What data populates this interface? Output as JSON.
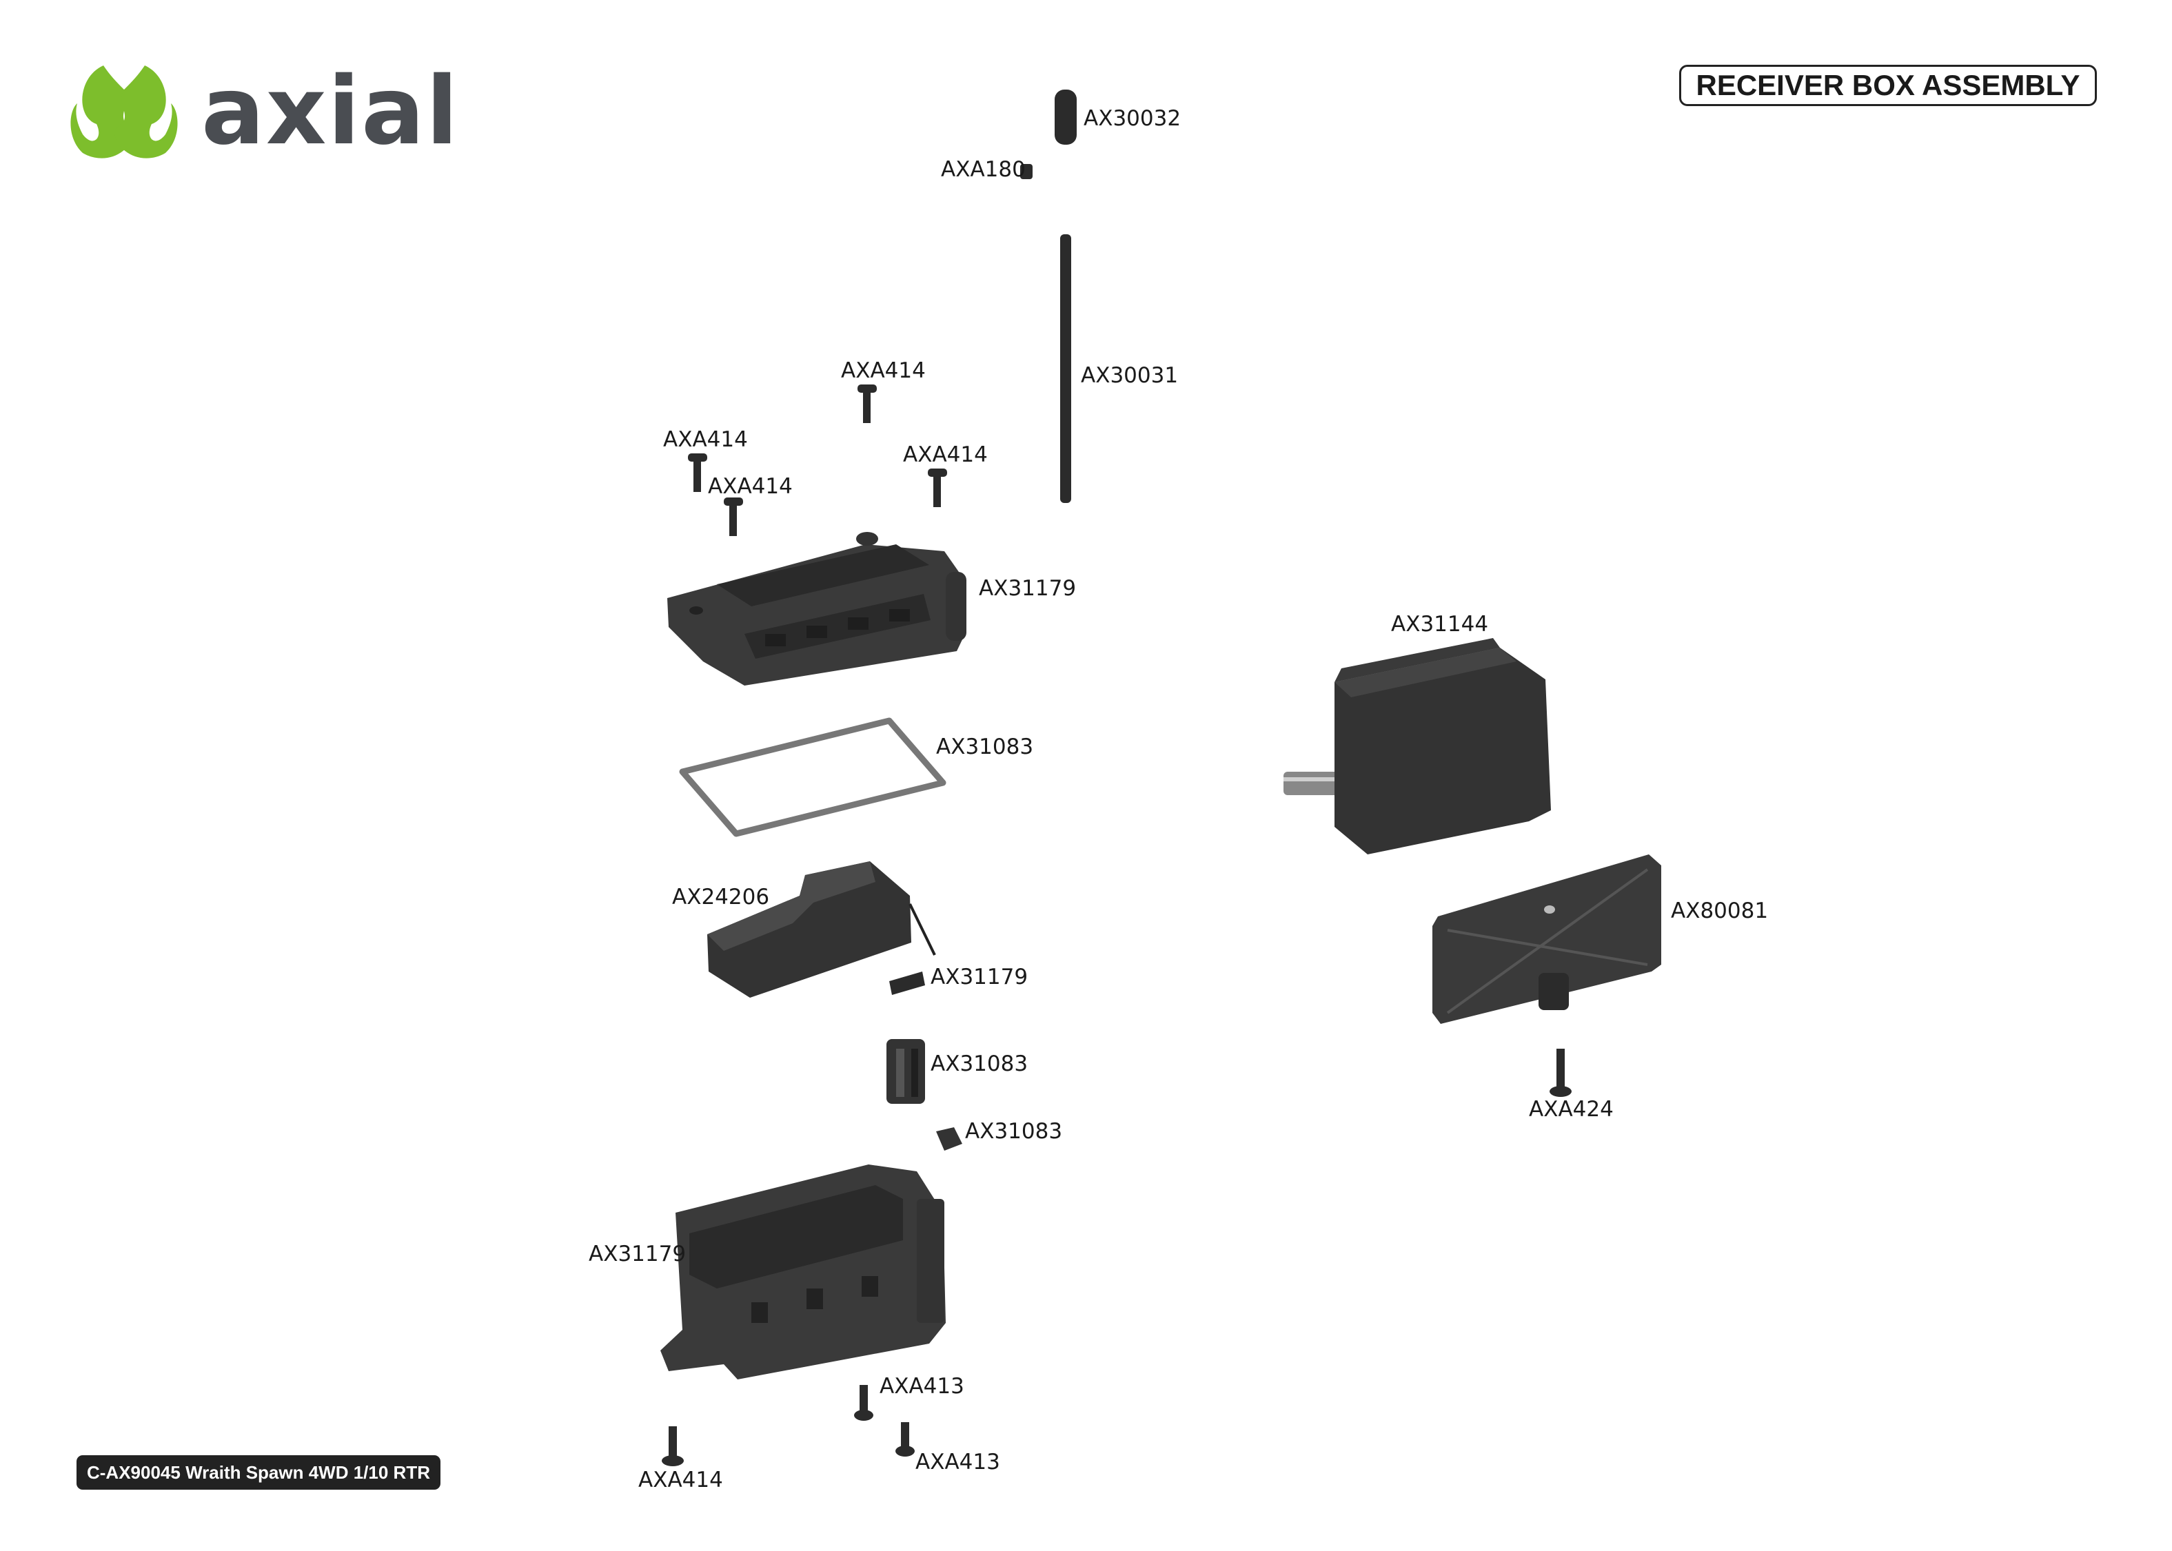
{
  "brand": {
    "wordmark": "axial",
    "accent_color": "#7dbe2c",
    "wordmark_color": "#4a4d52"
  },
  "header": {
    "title": "RECEIVER BOX ASSEMBLY"
  },
  "footer": {
    "model": "C-AX90045 Wraith Spawn 4WD 1/10 RTR"
  },
  "parts": {
    "antenna_cap": "AX30032",
    "antenna_nut": "AXA180",
    "antenna_tube": "AX30031",
    "screw_lid_top": "AXA414",
    "screw_lid_left": "AXA414",
    "screw_lid_left_inner": "AXA414",
    "screw_lid_right": "AXA414",
    "receiver_box_lid": "AX31179",
    "lid_seal": "AX31083",
    "receiver": "AX24206",
    "wire_clip": "AX31179",
    "wire_grommet": "AX31083",
    "grommet_plug": "AX31083",
    "receiver_box_base": "AX31179",
    "screw_base_a": "AXA413",
    "screw_base_b": "AXA413",
    "screw_base_c": "AXA414",
    "servo": "AX31144",
    "servo_mount": "AX80081",
    "servo_screw": "AXA424"
  }
}
